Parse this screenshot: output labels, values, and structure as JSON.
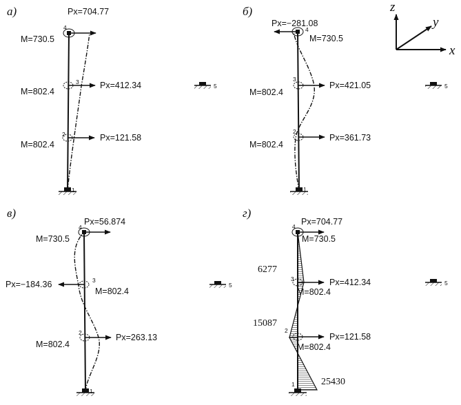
{
  "axes": {
    "z": "z",
    "y": "y",
    "x": "x"
  },
  "support_label": "5",
  "panels": [
    {
      "letter": "а)",
      "nodes": [
        "1",
        "2",
        "3",
        "4"
      ],
      "forces": [
        "Px=704.77",
        "Px=412.34",
        "Px=121.58"
      ],
      "moments": [
        "M=730.5",
        "M=802.4",
        "M=802.4"
      ]
    },
    {
      "letter": "б)",
      "nodes": [
        "1",
        "2",
        "3",
        "4"
      ],
      "forces": [
        "Px=−281.08",
        "Px=421.05",
        "Px=361.73"
      ],
      "moments": [
        "M=730.5",
        "M=802.4",
        "M=802.4"
      ]
    },
    {
      "letter": "в)",
      "nodes": [
        "1",
        "2",
        "3",
        "4"
      ],
      "forces": [
        "Px=56.874",
        "Px=−184.36",
        "Px=263.13"
      ],
      "moments": [
        "M=730.5",
        "M=802.4",
        "M=802.4"
      ]
    },
    {
      "letter": "г)",
      "nodes": [
        "1",
        "2",
        "3",
        "4"
      ],
      "forces": [
        "Px=704.77",
        "Px=412.34",
        "Px=121.58"
      ],
      "moments": [
        "M=730.5",
        "M=802.4",
        "M=802.4"
      ],
      "diagram_values": [
        "6277",
        "15087",
        "25430"
      ]
    }
  ]
}
